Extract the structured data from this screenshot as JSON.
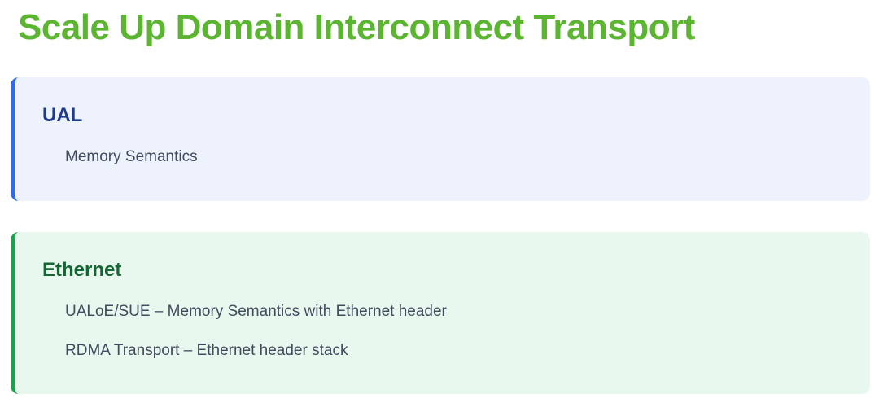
{
  "page": {
    "title": "Scale Up Domain Interconnect Transport",
    "title_color": "#5cb531",
    "background_color": "#ffffff",
    "body_text_color": "#414b5e"
  },
  "cards": [
    {
      "id": "ual",
      "heading": "UAL",
      "heading_color": "#1e3a8a",
      "accent_color": "#2e6bee",
      "background_color": "#edf2fd",
      "items": [
        "Memory Semantics"
      ]
    },
    {
      "id": "ethernet",
      "heading": "Ethernet",
      "heading_color": "#166534",
      "accent_color": "#19a34a",
      "background_color": "#e9f8ef",
      "items": [
        "UALoE/SUE – Memory Semantics with Ethernet header",
        "RDMA Transport – Ethernet header stack"
      ]
    }
  ]
}
